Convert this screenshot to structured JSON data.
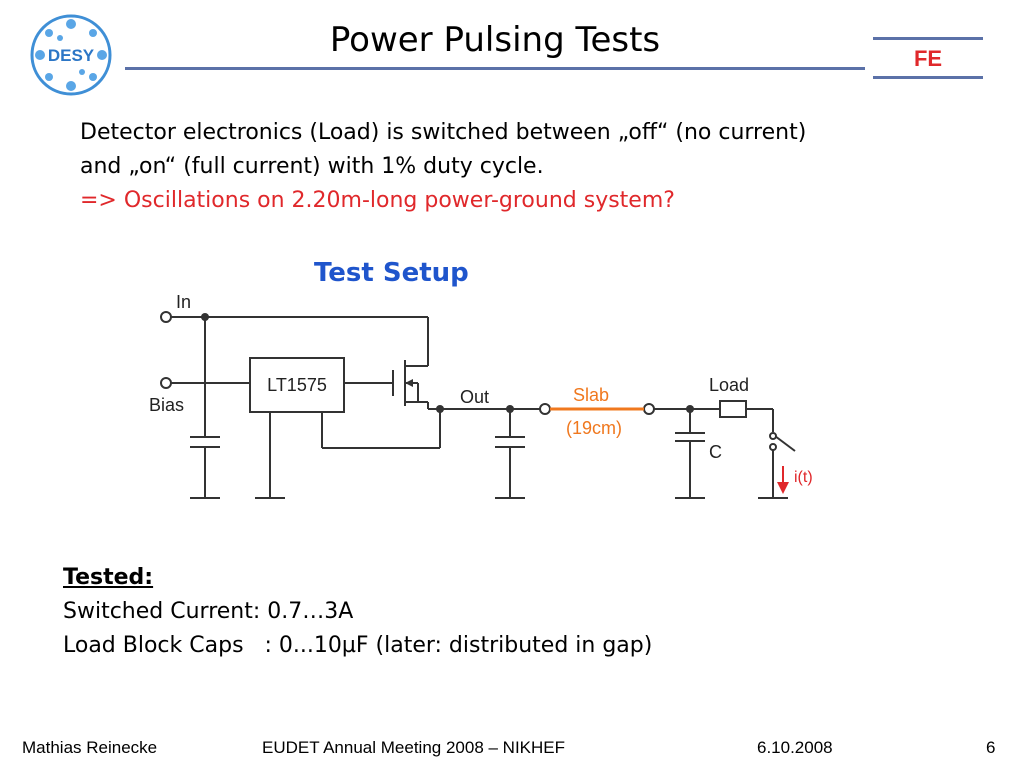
{
  "header": {
    "logo_text": "DESY",
    "title": "Power Pulsing Tests",
    "badge": "FE"
  },
  "intro": {
    "line1": "Detector electronics (Load) is switched between „off“ (no current)",
    "line2": "and „on“ (full current) with 1% duty cycle.",
    "line3": "=> Oscillations on 2.20m-long power-ground system?"
  },
  "setup": {
    "title": "Test Setup",
    "labels": {
      "in": "In",
      "bias": "Bias",
      "regulator": "LT1575",
      "out": "Out",
      "slab": "Slab",
      "slab_length": "(19cm)",
      "load": "Load",
      "cap": "C",
      "current": "i(t)"
    }
  },
  "tested": {
    "heading": "Tested:",
    "line1": "Switched Current: 0.7…3A",
    "line2": "Load Block Caps   : 0...10µF (later: distributed in gap)"
  },
  "footer": {
    "author": "Mathias Reinecke",
    "event": "EUDET Annual Meeting 2008 – NIKHEF",
    "date": "6.10.2008",
    "page": "6"
  },
  "colors": {
    "accent_blue": "#1f55cc",
    "rule_blue": "#5b71a8",
    "highlight_red": "#e0282b",
    "slab_orange": "#f0781e"
  }
}
